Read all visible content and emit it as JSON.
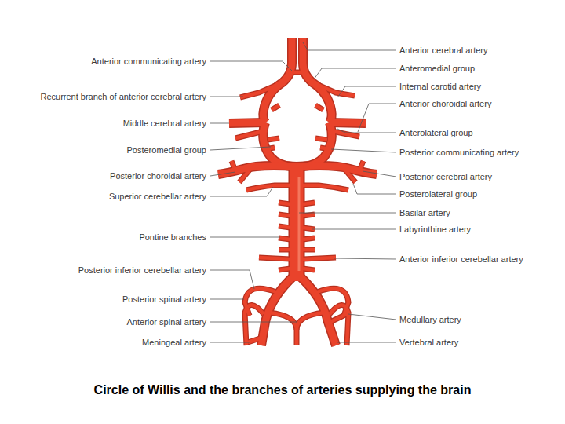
{
  "diagram": {
    "caption": "Circle of Willis and the branches of arteries supplying the brain",
    "labels": [
      "Anterior cerebral artery",
      "Anterior communicating artery",
      "Anteromedial group",
      "Internal carotid artery",
      "Recurrent branch of anterior cerebral artery",
      "Anterior choroidal artery",
      "Middle cerebral artery",
      "Anterolateral group",
      "Posteromedial group",
      "Posterior communicating artery",
      "Posterior choroidal artery",
      "Posterior cerebral artery",
      "Posterolateral group",
      "Superior cerebellar artery",
      "Basilar artery",
      "Labyrinthine artery",
      "Pontine branches",
      "Anterior inferior cerebellar artery",
      "Posterior inferior cerebellar artery",
      "Posterior spinal artery",
      "Medullary artery",
      "Anterior spinal artery",
      "Meningeal artery",
      "Vertebral artery"
    ]
  }
}
